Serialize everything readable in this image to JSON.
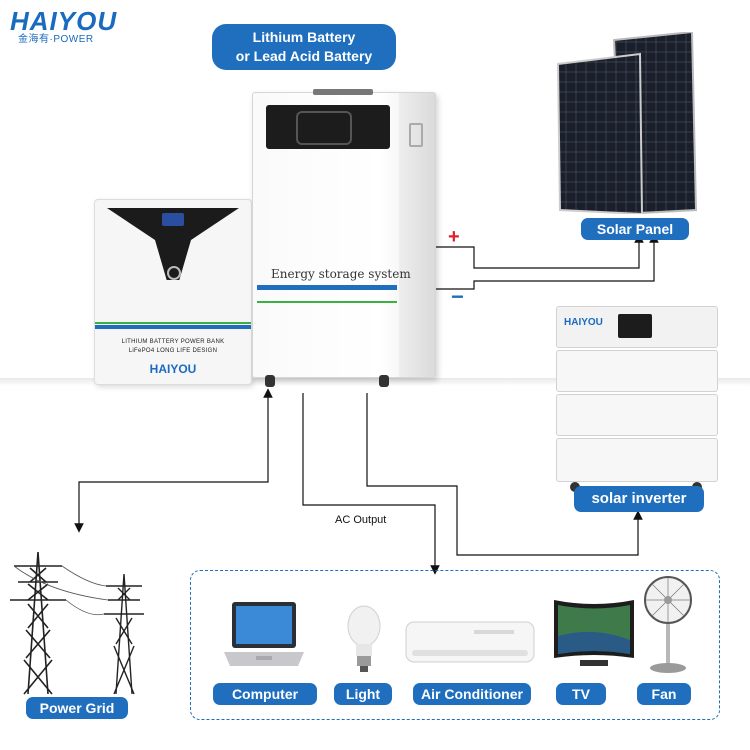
{
  "logo": {
    "brand": "HAIYOU",
    "sub": "金海有·POWER"
  },
  "battery_label": "Lithium Battery\nor Lead Acid Battery",
  "battery_label_lines": [
    "Lithium Battery",
    "or Lead Acid Battery"
  ],
  "storage_unit": {
    "text": "Energy storage system"
  },
  "wall_battery": {
    "line1": "LITHIUM BATTERY POWER BANK",
    "line2": "LiFePO4 LONG LIFE DESIGN",
    "brand": "HAIYOU"
  },
  "stack_inverter": {
    "brand": "HAIYOU"
  },
  "solar_panel_label": "Solar Panel",
  "solar_inverter_label": "solar inverter",
  "polarity": {
    "plus": "+",
    "minus": "−"
  },
  "ac_output_label": "AC Output",
  "power_grid_label": "Power Grid",
  "appliances": [
    "Computer",
    "Light",
    "Air Conditioner",
    "TV",
    "Fan"
  ],
  "colors": {
    "accent": "#1f6fbe",
    "plus": "#e0202a",
    "minus": "#1f6fbe",
    "stripe_green": "#3cb043"
  }
}
